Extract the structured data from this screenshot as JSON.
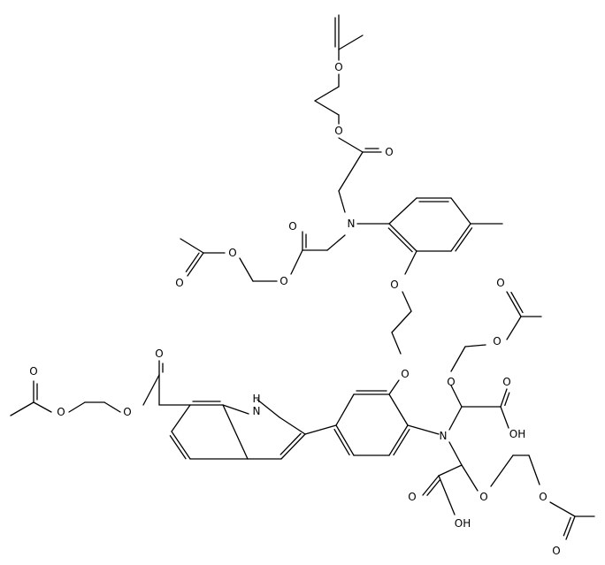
{
  "diagram": {
    "type": "structural-formula",
    "labels": {
      "oxygen": "O",
      "nitrogen": "N",
      "hydroxyl": "OH",
      "indole_nh": "H\nN"
    }
  }
}
